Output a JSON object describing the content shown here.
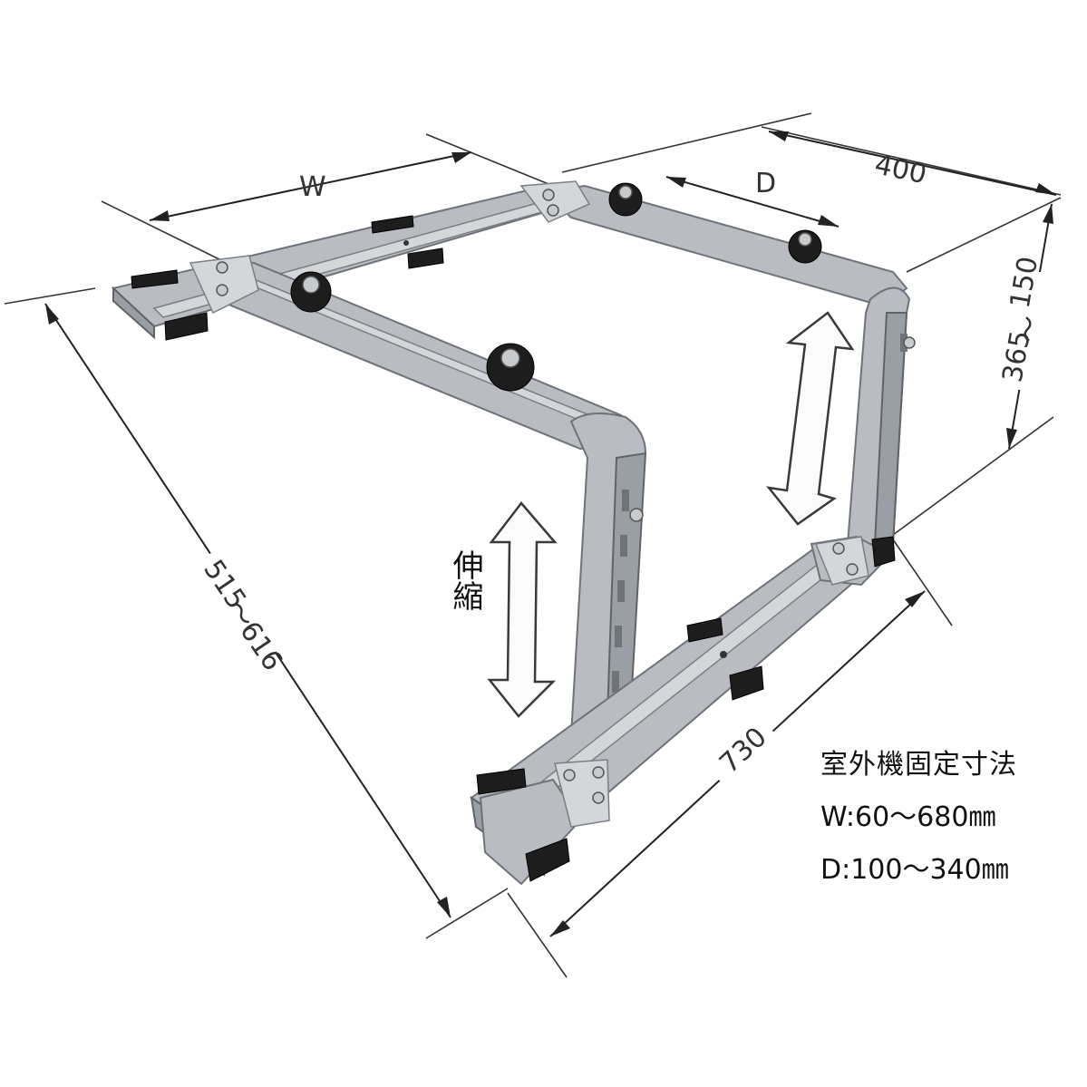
{
  "dimensions": {
    "w_label": "W",
    "d_label": "D",
    "depth_label": "400",
    "height_min": "150",
    "height_sep": "～",
    "height_max": "365",
    "length_min": "515",
    "length_sep": "～",
    "length_max": "616",
    "base_label": "730"
  },
  "telescopic_label": "伸縮",
  "spec": {
    "title": "室外機固定寸法",
    "w_range": "W:60～680㎜",
    "d_range": "D:100～340㎜"
  },
  "colors": {
    "steel": "#b9bdc2",
    "rubber": "#1d1d1d",
    "line": "#222222"
  }
}
